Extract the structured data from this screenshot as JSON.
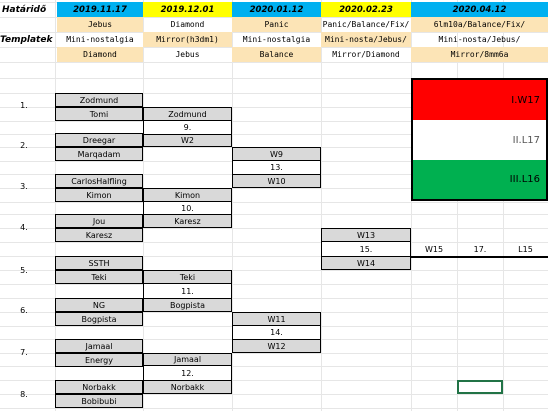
{
  "header": {
    "label_deadline": "Határidő",
    "label_templates": "Templatek",
    "dates": [
      "2019.11.17",
      "2019.12.01",
      "2020.01.12",
      "2020.02.23",
      "2020.04.12"
    ],
    "templates": [
      [
        "Jebus",
        "Mini-nostalgia",
        "Diamond"
      ],
      [
        "Diamond",
        "Mirror(h3dm1)",
        "Jebus"
      ],
      [
        "Panic",
        "Mini-nostalgia",
        "Balance"
      ],
      [
        "Panic/Balance/Fix/",
        "Mini-nosta/Jebus/",
        "Mirror/Diamond"
      ],
      [
        "6lm10a/Balance/Fix/",
        "Mini-nosta/Jebus/",
        "Mirror/8mm6a"
      ]
    ]
  },
  "round1": [
    {
      "num": "1.",
      "p1": "Zodmund",
      "p2": "Tomi"
    },
    {
      "num": "2.",
      "p1": "Dreegar",
      "p2": "Marqadam"
    },
    {
      "num": "3.",
      "p1": "CarlosHalfling",
      "p2": "Kimon"
    },
    {
      "num": "4.",
      "p1": "Jou",
      "p2": "Karesz"
    },
    {
      "num": "5.",
      "p1": "SSTH",
      "p2": "Teki"
    },
    {
      "num": "6.",
      "p1": "NG",
      "p2": "Bogpista"
    },
    {
      "num": "7.",
      "p1": "Jamaal",
      "p2": "Energy"
    },
    {
      "num": "8.",
      "p1": "Norbakk",
      "p2": "Bobibubi"
    }
  ],
  "round2": [
    {
      "top": "Zodmund",
      "num": "9.",
      "bottom": "W2"
    },
    {
      "top": "Kimon",
      "num": "10.",
      "bottom": "Karesz"
    },
    {
      "top": "Teki",
      "num": "11.",
      "bottom": "Bogpista"
    },
    {
      "top": "Jamaal",
      "num": "12.",
      "bottom": "Norbakk"
    }
  ],
  "round3": [
    {
      "top": "W9",
      "num": "13.",
      "bottom": "W10"
    },
    {
      "top": "W11",
      "num": "14.",
      "bottom": "W12"
    }
  ],
  "round4": {
    "top": "W13",
    "num": "15.",
    "bottom": "W14"
  },
  "final": {
    "left": "W15",
    "num": "17.",
    "right": "L15"
  },
  "podium": {
    "first": "I.W17",
    "second": "II.L17",
    "third": "III.L16",
    "colors": {
      "red": "#ff0000",
      "white": "#ffffff",
      "green": "#00b050"
    }
  }
}
